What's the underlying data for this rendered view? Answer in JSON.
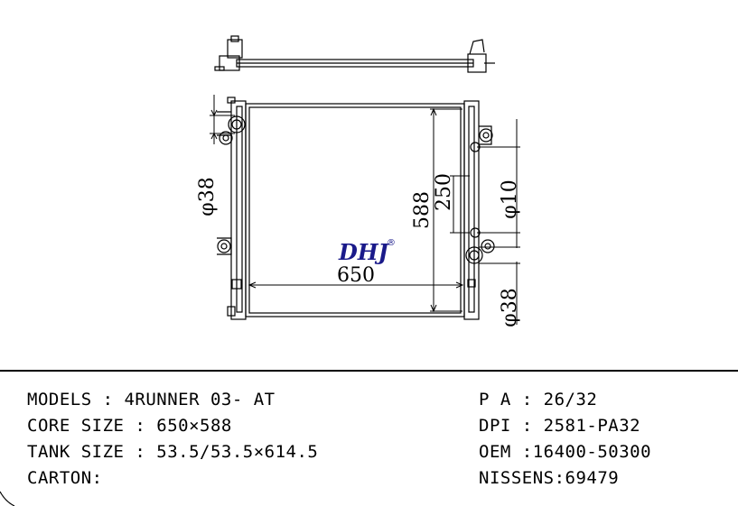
{
  "brand": {
    "name": "DHJ",
    "mark": "®"
  },
  "dimensions": {
    "width": "650",
    "height": "588",
    "side_height": "250",
    "inlet_left": "φ38",
    "outlet_right": "φ38",
    "small_pipe": "φ10"
  },
  "specs": {
    "models": "MODELS : 4RUNNER 03- AT",
    "core_size": "CORE SIZE : 650×588",
    "tank_size": "TANK SIZE : 53.5/53.5×614.5",
    "carton": "CARTON:",
    "pa": "P A : 26/32",
    "dpi": "DPI : 2581-PA32",
    "oem": "OEM :16400-50300",
    "nissens": "NISSENS:69479"
  },
  "colors": {
    "line": "#000000",
    "brand": "#1a1a8a",
    "background": "#ffffff"
  }
}
